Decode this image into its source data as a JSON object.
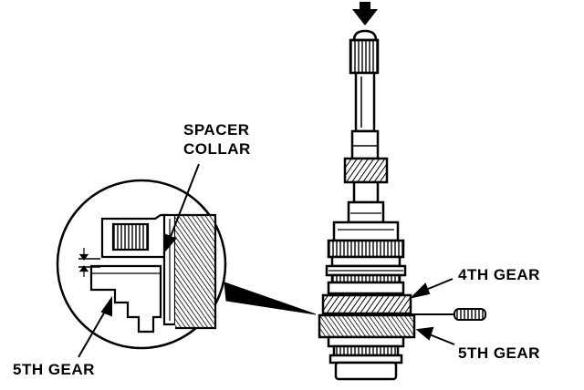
{
  "labels": {
    "spacer_collar_line1": "SPACER",
    "spacer_collar_line2": "COLLAR",
    "gear_4th": "4TH GEAR",
    "gear_5th_right": "5TH GEAR",
    "gear_5th_left": "5TH GEAR"
  },
  "colors": {
    "ink": "#000000",
    "paper": "#ffffff"
  }
}
